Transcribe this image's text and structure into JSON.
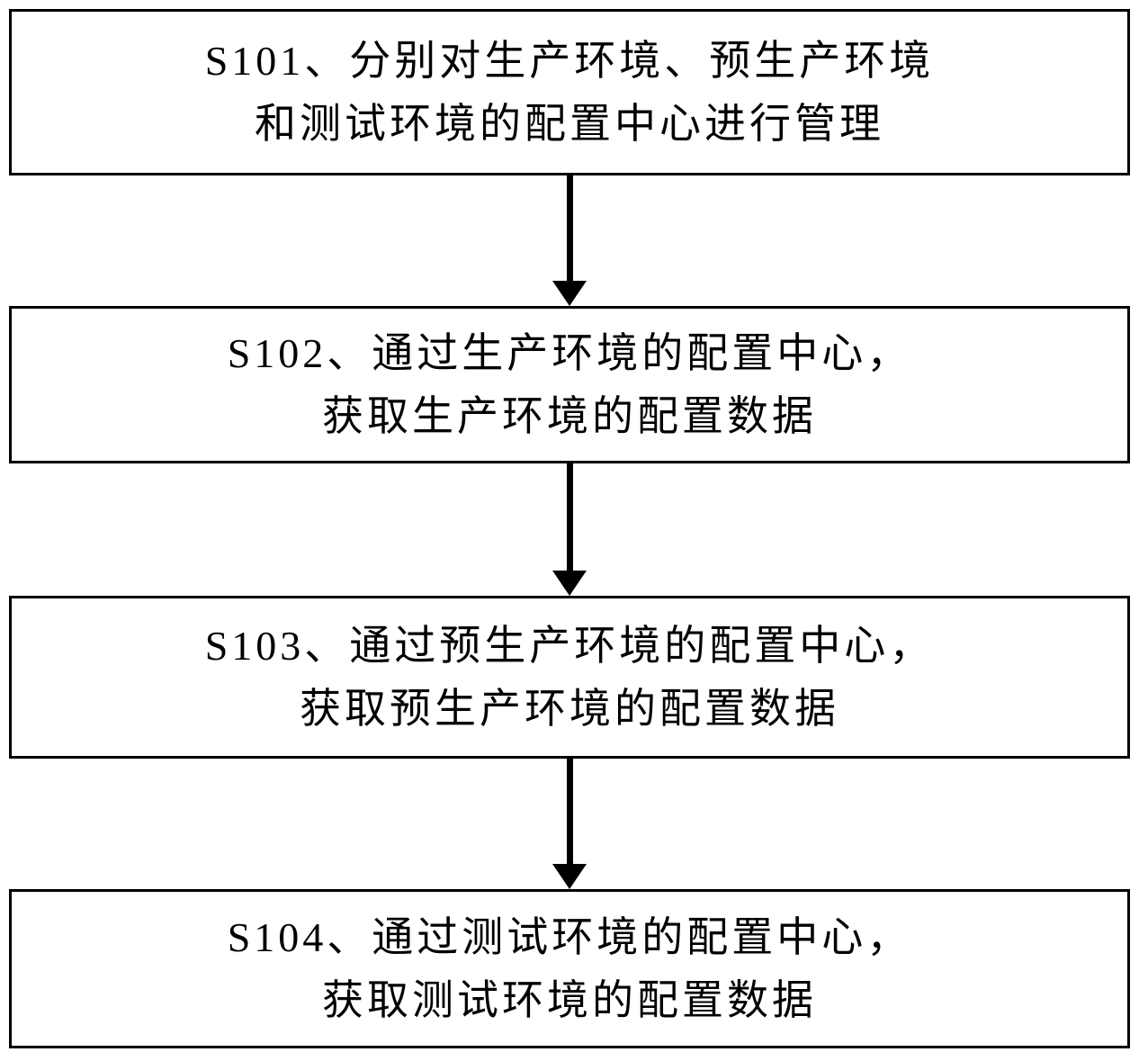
{
  "colors": {
    "background": "#ffffff",
    "border": "#000000",
    "text": "#000000",
    "arrow": "#000000"
  },
  "diagram": {
    "type": "flowchart",
    "direction": "top-down",
    "steps": [
      {
        "id": "S101",
        "lines": [
          "S101、分别对生产环境、预生产环境",
          "和测试环境的配置中心进行管理"
        ]
      },
      {
        "id": "S102",
        "lines": [
          "S102、通过生产环境的配置中心，",
          "获取生产环境的配置数据"
        ]
      },
      {
        "id": "S103",
        "lines": [
          "S103、通过预生产环境的配置中心，",
          "获取预生产环境的配置数据"
        ]
      },
      {
        "id": "S104",
        "lines": [
          "S104、通过测试环境的配置中心，",
          "获取测试环境的配置数据"
        ]
      }
    ],
    "connections": [
      {
        "from": "S101",
        "to": "S102",
        "type": "arrow-down"
      },
      {
        "from": "S102",
        "to": "S103",
        "type": "arrow-down"
      },
      {
        "from": "S103",
        "to": "S104",
        "type": "arrow-down"
      }
    ]
  }
}
